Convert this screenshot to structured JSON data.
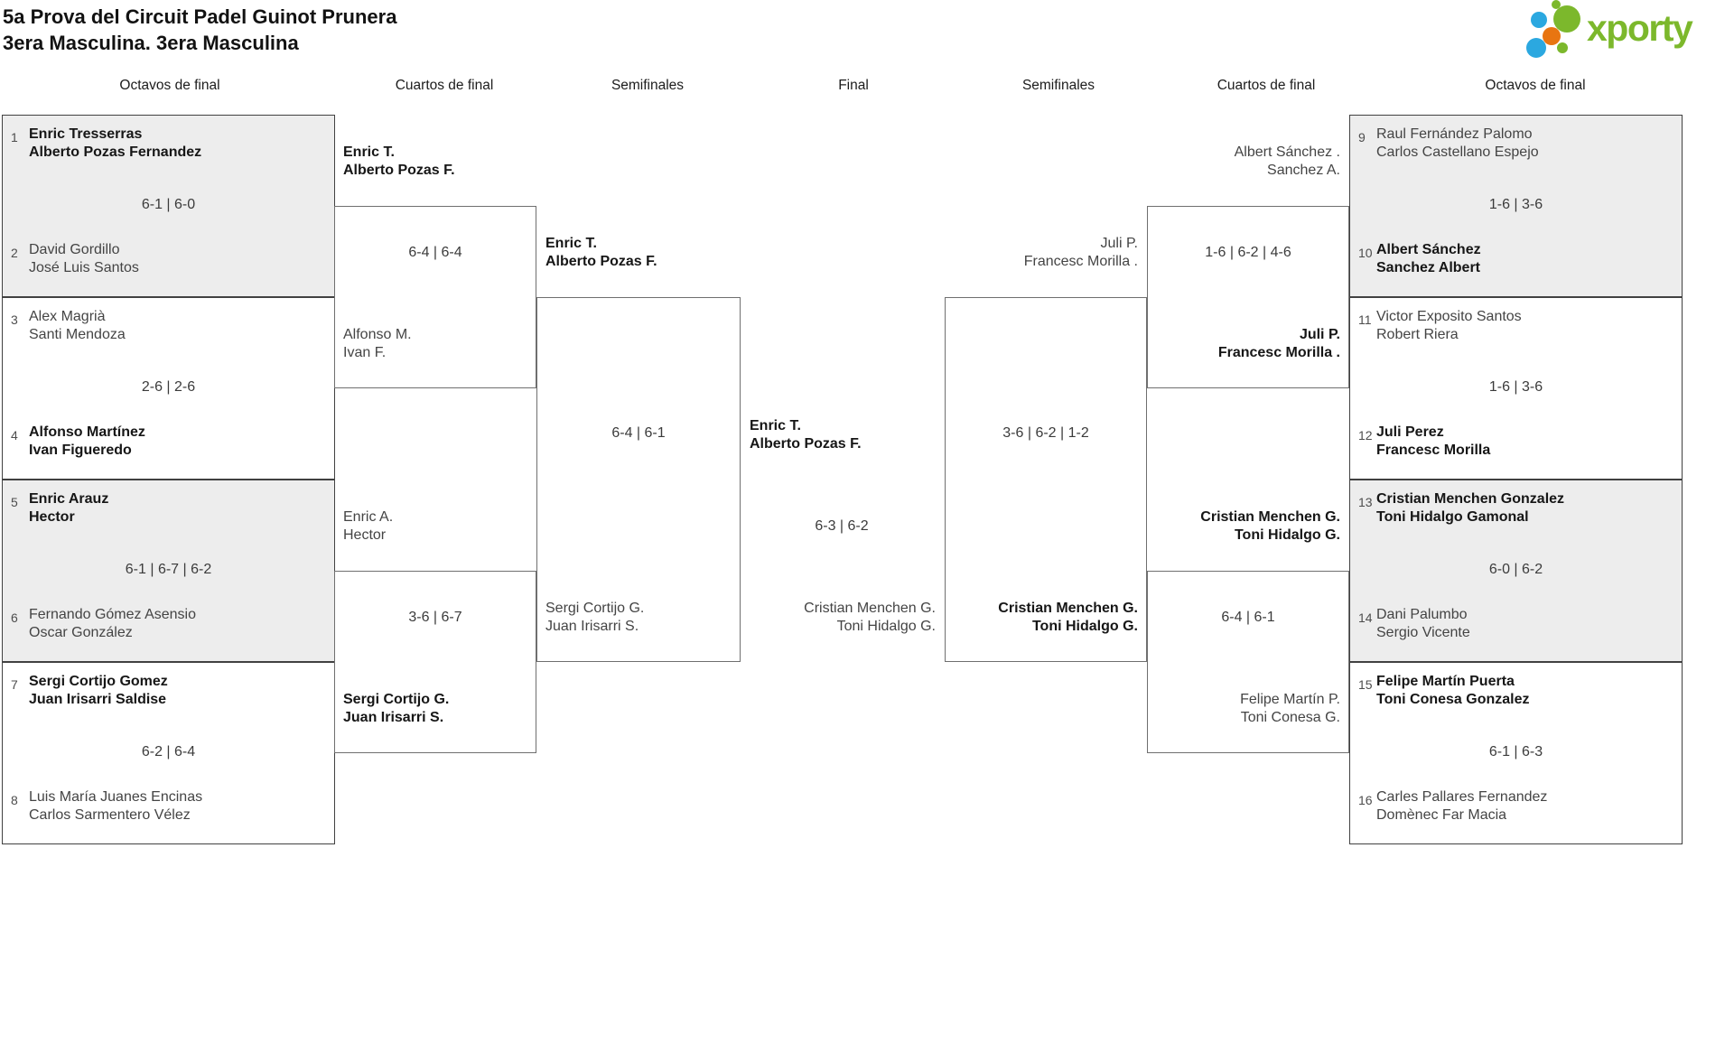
{
  "title": {
    "line1": "5a Prova del Circuit Padel Guinot Prunera",
    "line2": "3era Masculina. 3era Masculina"
  },
  "logo": {
    "brand": "xporty",
    "green": "#7cb82c",
    "blue": "#2ba8e0",
    "orange": "#e87511"
  },
  "headers": [
    "Octavos de final",
    "Cuartos de final",
    "Semifinales",
    "Final",
    "Semifinales",
    "Cuartos de final",
    "Octavos de final"
  ],
  "r16": [
    {
      "seed_top": "1",
      "top": [
        "Enric Tresserras",
        "Alberto Pozas Fernandez"
      ],
      "score": "6-1 | 6-0",
      "seed_bottom": "2",
      "bottom": [
        "David Gordillo",
        "José Luis Santos"
      ],
      "winner": "top"
    },
    {
      "seed_top": "3",
      "top": [
        "Alex Magrià",
        "Santi Mendoza"
      ],
      "score": "2-6 | 2-6",
      "seed_bottom": "4",
      "bottom": [
        "Alfonso Martínez",
        "Ivan Figueredo"
      ],
      "winner": "bottom"
    },
    {
      "seed_top": "5",
      "top": [
        "Enric Arauz",
        "Hector"
      ],
      "score": "6-1 | 6-7 | 6-2",
      "seed_bottom": "6",
      "bottom": [
        "Fernando Gómez Asensio",
        "Oscar González"
      ],
      "winner": "top"
    },
    {
      "seed_top": "7",
      "top": [
        "Sergi Cortijo Gomez",
        "Juan Irisarri Saldise"
      ],
      "score": "6-2 | 6-4",
      "seed_bottom": "8",
      "bottom": [
        "Luis María Juanes Encinas",
        "Carlos Sarmentero Vélez"
      ],
      "winner": "top"
    },
    {
      "seed_top": "9",
      "top": [
        "Raul Fernández Palomo",
        "Carlos Castellano Espejo"
      ],
      "score": "1-6 | 3-6",
      "seed_bottom": "10",
      "bottom": [
        "Albert Sánchez",
        "Sanchez Albert"
      ],
      "winner": "bottom"
    },
    {
      "seed_top": "11",
      "top": [
        "Victor Exposito Santos",
        "Robert Riera"
      ],
      "score": "1-6 | 3-6",
      "seed_bottom": "12",
      "bottom": [
        "Juli Perez",
        "Francesc Morilla"
      ],
      "winner": "bottom"
    },
    {
      "seed_top": "13",
      "top": [
        "Cristian Menchen Gonzalez",
        "Toni Hidalgo Gamonal"
      ],
      "score": "6-0 | 6-2",
      "seed_bottom": "14",
      "bottom": [
        "Dani Palumbo",
        "Sergio Vicente"
      ],
      "winner": "top"
    },
    {
      "seed_top": "15",
      "top": [
        "Felipe Martín Puerta",
        "Toni Conesa Gonzalez"
      ],
      "score": "6-1 | 6-3",
      "seed_bottom": "16",
      "bottom": [
        "Carles Pallares Fernandez",
        "Domènec Far Macia"
      ],
      "winner": "top"
    }
  ],
  "qf": [
    {
      "top": [
        "Enric T.",
        "Alberto Pozas F."
      ],
      "score": "6-4 | 6-4",
      "bottom": [
        "Alfonso M.",
        "Ivan F."
      ],
      "winner": "top"
    },
    {
      "top": [
        "Enric A.",
        "Hector"
      ],
      "score": "3-6 | 6-7",
      "bottom": [
        "Sergi Cortijo G.",
        "Juan Irisarri S."
      ],
      "winner": "bottom"
    },
    {
      "top": [
        "Albert Sánchez .",
        "Sanchez A."
      ],
      "score": "1-6 | 6-2 | 4-6",
      "bottom": [
        "Juli P.",
        "Francesc Morilla ."
      ],
      "winner": "bottom"
    },
    {
      "top": [
        "Cristian Menchen G.",
        "Toni Hidalgo G."
      ],
      "score": "6-4 | 6-1",
      "bottom": [
        "Felipe Martín P.",
        "Toni Conesa G."
      ],
      "winner": "top"
    }
  ],
  "sf": [
    {
      "top": [
        "Enric T.",
        "Alberto Pozas F."
      ],
      "score": "6-4 | 6-1",
      "bottom": [
        "Sergi Cortijo G.",
        "Juan Irisarri S."
      ],
      "winner": "top"
    },
    {
      "top": [
        "Juli P.",
        "Francesc Morilla ."
      ],
      "score": "3-6 | 6-2 | 1-2",
      "bottom": [
        "Cristian Menchen G.",
        "Toni Hidalgo G."
      ],
      "winner": "bottom"
    }
  ],
  "final": {
    "top": [
      "Enric T.",
      "Alberto Pozas F."
    ],
    "score": "6-3 | 6-2",
    "bottom": [
      "Cristian Menchen G.",
      "Toni Hidalgo G."
    ],
    "winner": "top"
  }
}
